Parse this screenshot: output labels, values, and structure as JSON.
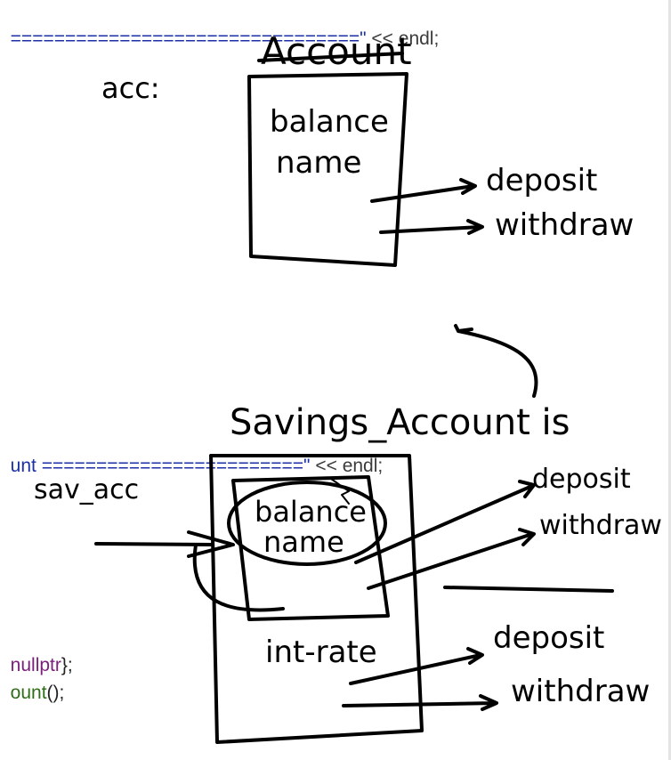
{
  "code": {
    "line1": {
      "equals": "================================\"",
      "rest": " << endl;"
    },
    "line2": {
      "prefix": "unt ",
      "equals": "========================\"",
      "rest": " << endl;"
    },
    "line3": {
      "a": "nullptr",
      "b": "};"
    },
    "line4": {
      "a": "ount",
      "b": "();"
    }
  },
  "ink": {
    "account_title": "Account",
    "acc_label": "acc:",
    "top_box_fields": [
      "balance",
      "name"
    ],
    "top_methods": [
      "deposit",
      "withdraw"
    ],
    "savings_title": "Savings_Account is",
    "sav_label": "sav_acc",
    "inner_box_fields": [
      "balance",
      "name"
    ],
    "inner_methods": [
      "deposit",
      "withdraw"
    ],
    "outer_field": "int-rate",
    "outer_methods": [
      "deposit",
      "withdraw"
    ]
  }
}
